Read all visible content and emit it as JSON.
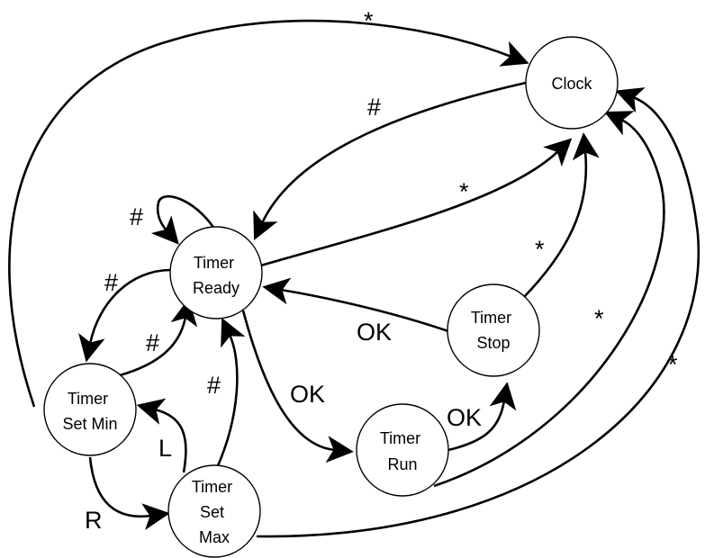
{
  "nodes": {
    "clock": {
      "lines": [
        "Clock"
      ]
    },
    "timer_ready": {
      "lines": [
        "Timer",
        "Ready"
      ]
    },
    "timer_stop": {
      "lines": [
        "Timer",
        "Stop"
      ]
    },
    "timer_set_min": {
      "lines": [
        "Timer",
        "Set Min"
      ]
    },
    "timer_run": {
      "lines": [
        "Timer",
        "Run"
      ]
    },
    "timer_set_max": {
      "lines": [
        "Timer",
        "Set",
        "Max"
      ]
    }
  },
  "edges": {
    "setmin_to_clock": "*",
    "clock_to_ready": "#",
    "ready_to_clock": "*",
    "ready_self": "#",
    "stop_to_clock": "*",
    "ready_to_setmin": "#",
    "setmin_to_ready": "#",
    "stop_to_ready": "OK",
    "run_to_clock": "*",
    "setmax_to_ready": "#",
    "ready_to_run": "OK",
    "run_to_stop": "OK",
    "setmax_to_setmin": "L",
    "setmin_to_setmax": "R",
    "setmax_to_clock": "*"
  },
  "colors": {
    "stroke": "#000000",
    "fill": "#ffffff"
  }
}
